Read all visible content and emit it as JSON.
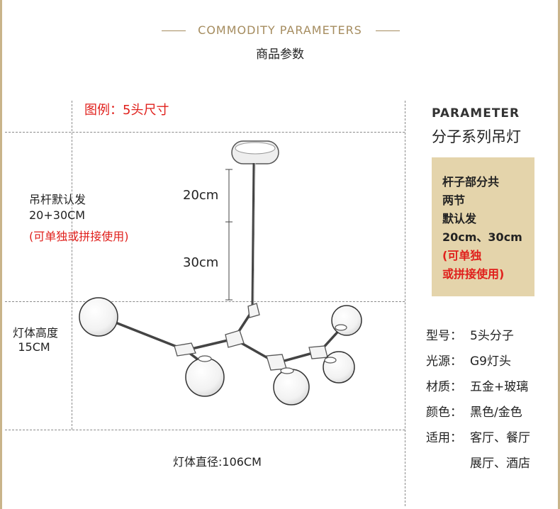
{
  "header": {
    "title": "COMMODITY PARAMETERS",
    "subtitle": "商品参数"
  },
  "diagram": {
    "legend": "图例：5头尺寸",
    "rod": {
      "title": "吊杆默认发",
      "sizes": "20+30CM",
      "note": "(可单独或拼接使用)"
    },
    "dims": {
      "upper": "20cm",
      "lower": "30cm"
    },
    "lamp_height": {
      "label": "灯体高度",
      "value": "15CM"
    },
    "diameter": "灯体直径:106CM"
  },
  "panel": {
    "title": "PARAMETER",
    "name": "分子系列吊灯",
    "box_lines": [
      "杆子部分共",
      "两节",
      "默认发",
      "20cm、30cm"
    ],
    "box_note_lines": [
      "(可单独",
      "或拼接使用)"
    ]
  },
  "specs": [
    {
      "key": "型号：",
      "value": "5头分子"
    },
    {
      "key": "光源：",
      "value": "G9灯头"
    },
    {
      "key": "材质：",
      "value": "五金+玻璃"
    },
    {
      "key": "颜色：",
      "value": "黑色/金色"
    },
    {
      "key": "适用：",
      "value": "客厅、餐厅"
    },
    {
      "key": "",
      "value": "展厅、酒店"
    }
  ],
  "colors": {
    "accent_gold": "#a58c5f",
    "box_fill": "#e4d4ab",
    "note_red": "#e0201c"
  }
}
